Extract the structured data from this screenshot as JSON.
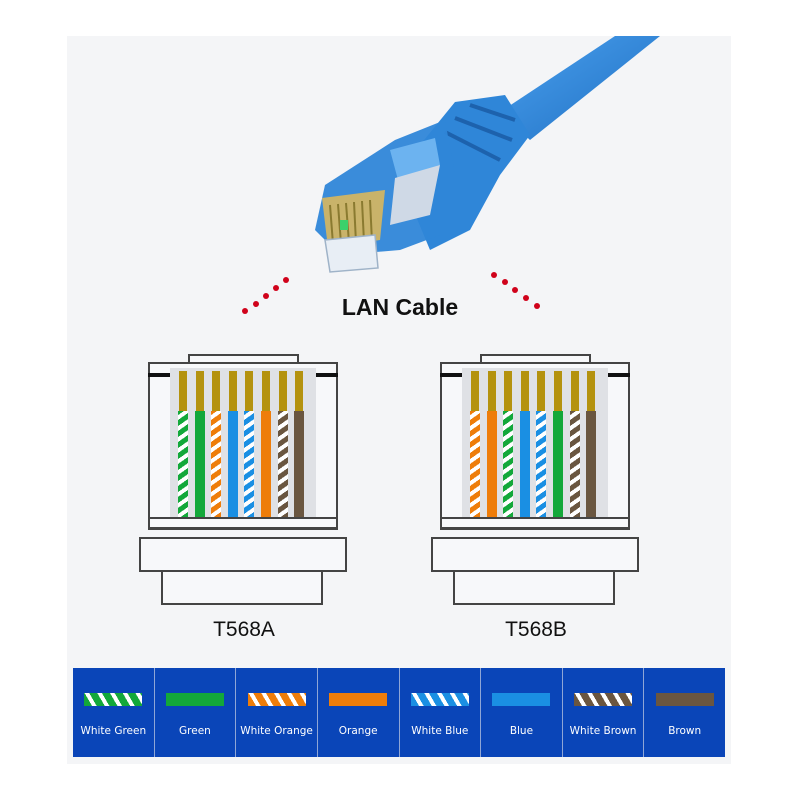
{
  "title": "LAN Cable",
  "colors": {
    "white": "#ffffff",
    "green": "#13a83a",
    "orange": "#ee7d0a",
    "blue": "#1a8fe3",
    "brown": "#6a5640",
    "legend_bg": "#0a45b8",
    "dot_red": "#d0021b",
    "cable_blue": "#2f86d8"
  },
  "standards": [
    {
      "name": "T568A",
      "wires": [
        "White Green",
        "Green",
        "White Orange",
        "Blue",
        "White Blue",
        "Orange",
        "White Brown",
        "Brown"
      ]
    },
    {
      "name": "T568B",
      "wires": [
        "White Orange",
        "Orange",
        "White Green",
        "Blue",
        "White Blue",
        "Green",
        "White Brown",
        "Brown"
      ]
    }
  ],
  "legend": [
    {
      "label": "White Green",
      "color": "green",
      "striped": true
    },
    {
      "label": "Green",
      "color": "green",
      "striped": false
    },
    {
      "label": "White Orange",
      "color": "orange",
      "striped": true
    },
    {
      "label": "Orange",
      "color": "orange",
      "striped": false
    },
    {
      "label": "White Blue",
      "color": "blue",
      "striped": true
    },
    {
      "label": "Blue",
      "color": "blue",
      "striped": false
    },
    {
      "label": "White Brown",
      "color": "brown",
      "striped": true
    },
    {
      "label": "Brown",
      "color": "brown",
      "striped": false
    }
  ]
}
